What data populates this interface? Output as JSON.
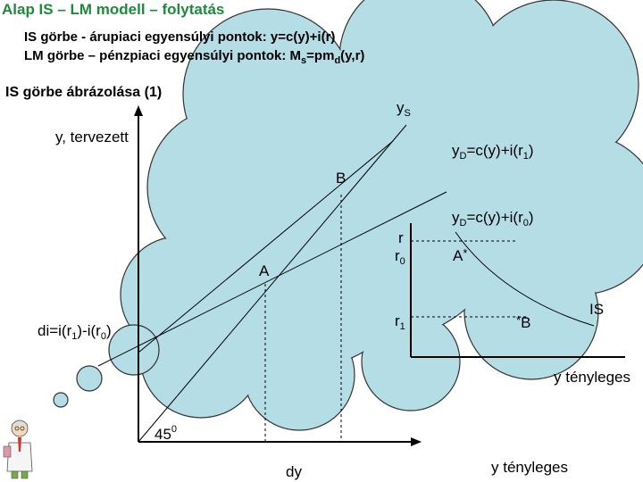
{
  "title": "Alap IS – LM modell – folytatás",
  "intro": {
    "is_line": "IS görbe - árupiaci egyensúlyi pontok: y=c(y)+i(r)",
    "lm_line": {
      "text": "LM görbe – pénzpiaci egyensúlyi pontok: M",
      "sub_s": "s",
      "mid": "=pm",
      "sub_d": "d",
      "end": "(y,r)"
    }
  },
  "section_title": "IS görbe ábrázolása (1)",
  "labels": {
    "ys": {
      "base": "y",
      "sub": "S"
    },
    "y_planned": "y, tervezett",
    "yd1": {
      "base": "y",
      "sub": "D",
      "rest": "=c(y)+i(r",
      "sub2": "1",
      "close": ")"
    },
    "yd0": {
      "base": "y",
      "sub": "D",
      "rest": "=c(y)+i(r",
      "sub2": "0",
      "close": ")"
    },
    "point_b": "B",
    "point_a": "A",
    "r_axis": "r",
    "r0": {
      "base": "r",
      "sub": "0"
    },
    "r1": {
      "base": "r",
      "sub": "1"
    },
    "a_star": "A",
    "b_star": "B",
    "is_label": "IS",
    "di": {
      "text": "di=i(r",
      "sub1": "1",
      "mid": ")-i(r",
      "sub0": "0",
      "close": ")"
    },
    "y_actual_right": "y tényleges",
    "angle": {
      "base": "45",
      "sup": "0"
    },
    "dy": "dy",
    "y_actual_bottom": "y tényleges"
  },
  "colors": {
    "title": "#1e8a3c",
    "cloud_fill": "#b5dde6",
    "cloud_stroke": "#333333"
  }
}
